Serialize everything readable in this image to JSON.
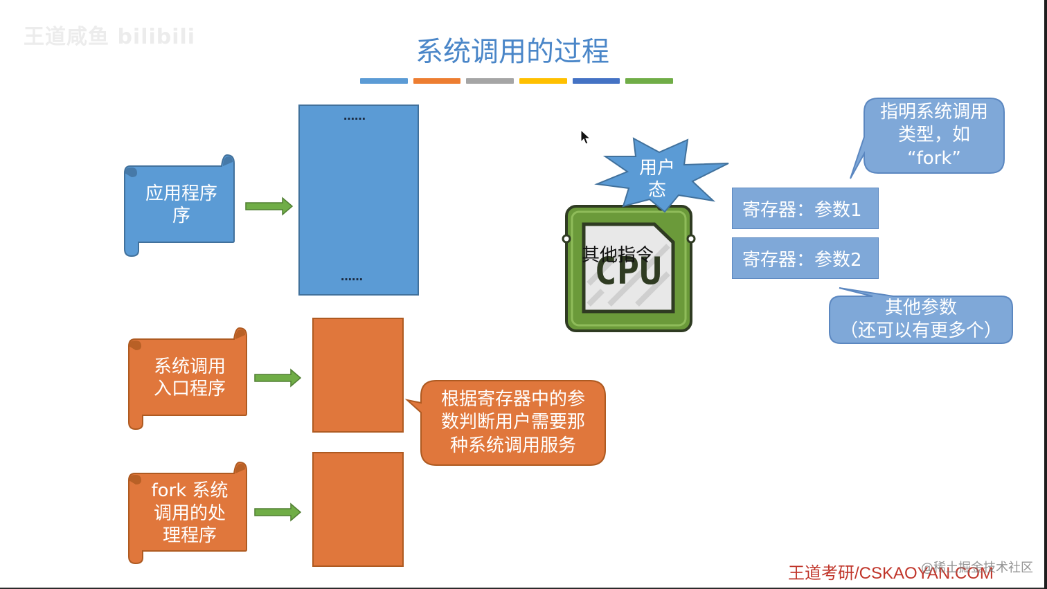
{
  "watermark_left": "王道咸鱼 bilibili",
  "title": "系统调用的过程",
  "title_bar_colors": [
    "#5b9bd5",
    "#ed7d31",
    "#a5a5a5",
    "#ffc000",
    "#4472c4",
    "#70ad47"
  ],
  "colors": {
    "blue": "#5b9bd5",
    "blue_dark": "#41719c",
    "orange": "#e0773c",
    "orange_dark": "#ae5a21",
    "green_arrow": "#70ad47",
    "callout_blue": "#7fa8d8",
    "cpu_green": "#6b9a3a"
  },
  "scrolls": {
    "app": "应用程序\n序",
    "entry": "系统调用\n入口程序",
    "fork": "fork 系统\n调用的处\n理程序"
  },
  "memory_dots": {
    "top": "……",
    "bottom": "……"
  },
  "starburst_label": "用户\n态",
  "cpu": {
    "icon": "cpu-chip-icon",
    "chip_text": "CPU",
    "label": "其他指令"
  },
  "registers": [
    "寄存器：参数1",
    "寄存器：参数2"
  ],
  "callouts": {
    "syscall_type": "指明系统调用\n类型，如\n“fork”",
    "other_params": "其他参数\n（还可以有更多个）",
    "judge": "根据寄存器中的参\n数判断用户需要那\n种系统调用服务"
  },
  "footer": {
    "brand": "王道考研/CSKAOYAN.COM",
    "watermark": "@稀土掘金技术社区"
  },
  "cursor_icon": "mouse-pointer-icon"
}
